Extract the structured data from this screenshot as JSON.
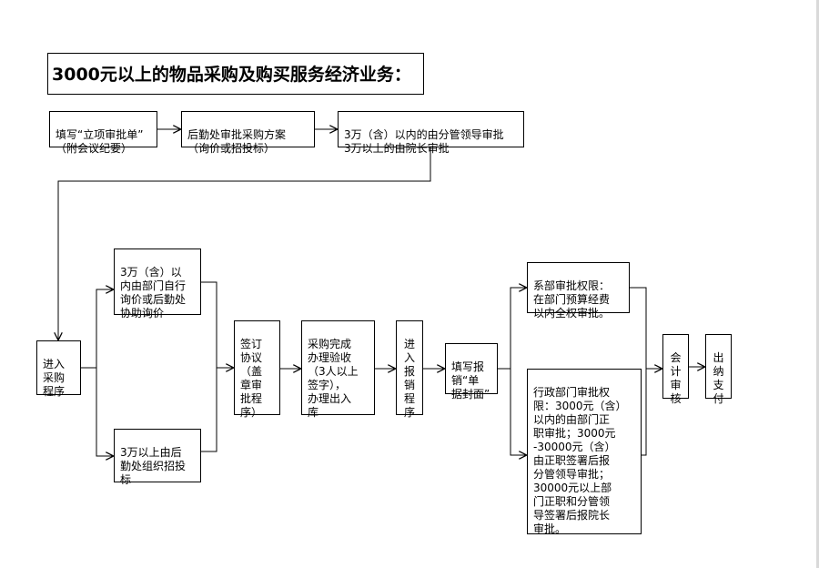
{
  "title": "3000元以上的物品采购及购买服务经济业务：",
  "boxes": {
    "fill_form": "填写“立项审批单”\n（附会议纪要）",
    "logistics_plan": "后勤处审批采购方案\n（询价或招投标）",
    "approval_level": "3万（含）以内的由分管领导审批\n3万以上的由院长审批",
    "enter_procurement": "进入\n采购\n程序",
    "self_inquiry": "3万（含）以\n内由部门自行\n询价或后勤处\n协助询价",
    "logistics_bidding": "3万以上由后\n勤处组织招投\n标",
    "sign_agreement": "签订\n协议\n（盖\n章审\n批程\n序）",
    "acceptance": "采购完成\n办理验收\n（3人以上\n签字），\n办理出入\n库",
    "reimburse": "进\n入\n报\n销\n程\n序",
    "fill_reimburse_cover": "填写报\n销“单\n据封面”",
    "dept_authority": "系部审批权限：\n在部门预算经费\n以内全权审批。",
    "admin_authority": "行政部门审批权\n限：3000元（含）\n以内的由部门正\n职审批；3000元\n-30000元（含）\n由正职签署后报\n分管领导审批；\n30000元以上部\n门正职和分管领\n导签署后报院长\n审批。",
    "accounting": "会\n计\n审\n核",
    "cashier": "出\n纳\n支\n付"
  }
}
